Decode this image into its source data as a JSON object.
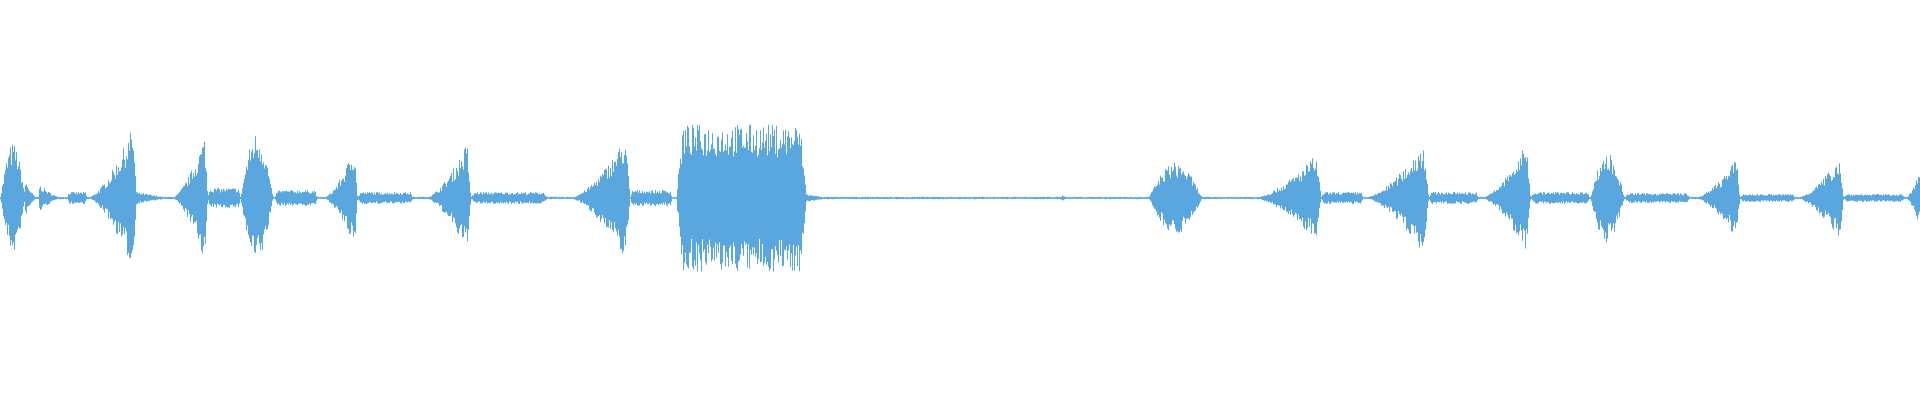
{
  "waveform": {
    "wave_color": "#5aa7e0",
    "background_color": "#ffffff",
    "baseline_amplitude": 0.012,
    "segments": [
      {
        "kind": "burst",
        "start": 0.0,
        "end": 0.013,
        "peak": 0.55,
        "shape": "mid"
      },
      {
        "kind": "burst",
        "start": 0.013,
        "end": 0.019,
        "peak": 0.18,
        "shape": "fall"
      },
      {
        "kind": "burst",
        "start": 0.02,
        "end": 0.032,
        "peak": 0.14,
        "shape": "fall"
      },
      {
        "kind": "burst",
        "start": 0.035,
        "end": 0.045,
        "peak": 0.06,
        "shape": "flat"
      },
      {
        "kind": "burst",
        "start": 0.045,
        "end": 0.071,
        "peak": 0.82,
        "shape": "rise"
      },
      {
        "kind": "burst",
        "start": 0.062,
        "end": 0.092,
        "peak": 0.1,
        "shape": "fall"
      },
      {
        "kind": "burst",
        "start": 0.089,
        "end": 0.108,
        "peak": 0.72,
        "shape": "rise"
      },
      {
        "kind": "burst",
        "start": 0.108,
        "end": 0.125,
        "peak": 0.1,
        "shape": "flat"
      },
      {
        "kind": "burst",
        "start": 0.125,
        "end": 0.142,
        "peak": 0.66,
        "shape": "mid"
      },
      {
        "kind": "burst",
        "start": 0.143,
        "end": 0.165,
        "peak": 0.08,
        "shape": "flat"
      },
      {
        "kind": "burst",
        "start": 0.168,
        "end": 0.186,
        "peak": 0.6,
        "shape": "rise"
      },
      {
        "kind": "burst",
        "start": 0.186,
        "end": 0.215,
        "peak": 0.06,
        "shape": "flat"
      },
      {
        "kind": "burst",
        "start": 0.221,
        "end": 0.245,
        "peak": 0.64,
        "shape": "rise"
      },
      {
        "kind": "burst",
        "start": 0.245,
        "end": 0.285,
        "peak": 0.06,
        "shape": "flat"
      },
      {
        "kind": "burst",
        "start": 0.296,
        "end": 0.328,
        "peak": 0.7,
        "shape": "rise"
      },
      {
        "kind": "burst",
        "start": 0.328,
        "end": 0.35,
        "peak": 0.08,
        "shape": "flat"
      },
      {
        "kind": "burst",
        "start": 0.352,
        "end": 0.42,
        "peak": 0.74,
        "shape": "flat"
      },
      {
        "kind": "burst",
        "start": 0.42,
        "end": 0.435,
        "peak": 0.04,
        "shape": "fall"
      },
      {
        "kind": "burst",
        "start": 0.552,
        "end": 0.555,
        "peak": 0.03,
        "shape": "mid"
      },
      {
        "kind": "burst",
        "start": 0.598,
        "end": 0.626,
        "peak": 0.36,
        "shape": "mid"
      },
      {
        "kind": "burst",
        "start": 0.652,
        "end": 0.688,
        "peak": 0.5,
        "shape": "rise"
      },
      {
        "kind": "burst",
        "start": 0.688,
        "end": 0.71,
        "peak": 0.06,
        "shape": "flat"
      },
      {
        "kind": "burst",
        "start": 0.71,
        "end": 0.744,
        "peak": 0.64,
        "shape": "rise"
      },
      {
        "kind": "burst",
        "start": 0.744,
        "end": 0.77,
        "peak": 0.06,
        "shape": "flat"
      },
      {
        "kind": "burst",
        "start": 0.771,
        "end": 0.797,
        "peak": 0.64,
        "shape": "rise"
      },
      {
        "kind": "burst",
        "start": 0.797,
        "end": 0.828,
        "peak": 0.06,
        "shape": "flat"
      },
      {
        "kind": "burst",
        "start": 0.828,
        "end": 0.846,
        "peak": 0.46,
        "shape": "mid"
      },
      {
        "kind": "burst",
        "start": 0.846,
        "end": 0.88,
        "peak": 0.05,
        "shape": "flat"
      },
      {
        "kind": "burst",
        "start": 0.882,
        "end": 0.906,
        "peak": 0.46,
        "shape": "rise"
      },
      {
        "kind": "burst",
        "start": 0.906,
        "end": 0.935,
        "peak": 0.04,
        "shape": "flat"
      },
      {
        "kind": "burst",
        "start": 0.935,
        "end": 0.96,
        "peak": 0.48,
        "shape": "rise"
      },
      {
        "kind": "burst",
        "start": 0.96,
        "end": 0.992,
        "peak": 0.04,
        "shape": "flat"
      },
      {
        "kind": "burst",
        "start": 0.992,
        "end": 1.0,
        "peak": 0.3,
        "shape": "rise"
      }
    ]
  }
}
